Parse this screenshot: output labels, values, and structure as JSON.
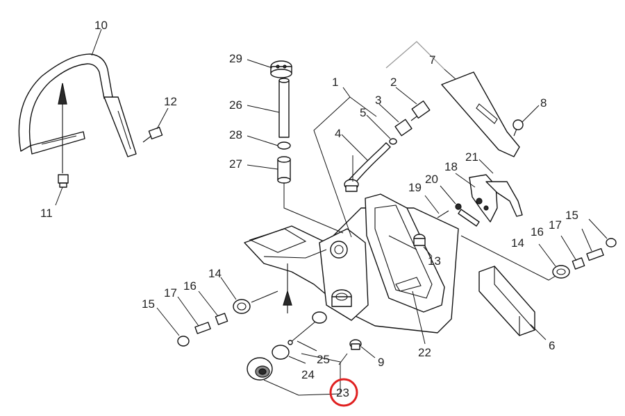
{
  "callouts": {
    "c1": "1",
    "c2": "2",
    "c3": "3",
    "c4": "4",
    "c5": "5",
    "c6": "6",
    "c7": "7",
    "c8": "8",
    "c9": "9",
    "c10": "10",
    "c11": "11",
    "c12": "12",
    "c13": "13",
    "c14a": "14",
    "c14b": "14",
    "c15a": "15",
    "c15b": "15",
    "c16a": "16",
    "c16b": "16",
    "c17a": "17",
    "c17b": "17",
    "c18": "18",
    "c19": "19",
    "c20": "20",
    "c21": "21",
    "c22": "22",
    "c23": "23",
    "c24": "24",
    "c25": "25",
    "c26": "26",
    "c27": "27",
    "c28": "28",
    "c29": "29"
  },
  "highlight": {
    "part": "23",
    "ring_color": "#e02020"
  }
}
